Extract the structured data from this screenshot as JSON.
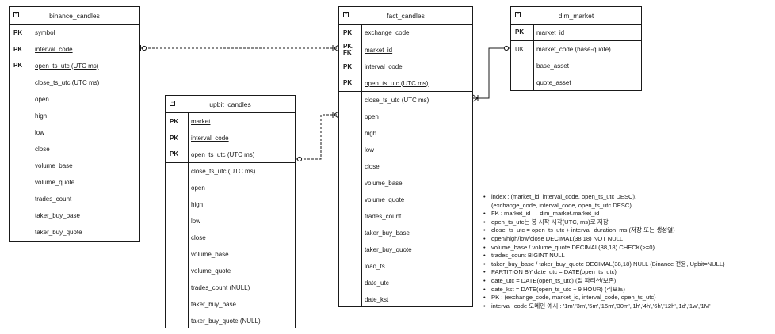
{
  "tables": {
    "binance": {
      "title": "binance_candles",
      "collapse_icon": "−",
      "pk_rows": [
        {
          "key": "PK",
          "name": "symbol"
        },
        {
          "key": "PK",
          "name": "interval_code"
        },
        {
          "key": "PK",
          "name": "open_ts_utc (UTC ms)"
        }
      ],
      "cols": [
        "close_ts_utc (UTC ms)",
        "open",
        "high",
        "low",
        "close",
        "volume_base",
        "volume_quote",
        "trades_count",
        "taker_buy_base",
        "taker_buy_quote"
      ]
    },
    "upbit": {
      "title": "upbit_candles",
      "collapse_icon": "−",
      "pk_rows": [
        {
          "key": "PK",
          "name": "market"
        },
        {
          "key": "PK",
          "name": "interval_code"
        },
        {
          "key": "PK",
          "name": "open_ts_utc (UTC ms)"
        }
      ],
      "cols": [
        "close_ts_utc (UTC ms)",
        "open",
        "high",
        "low",
        "close",
        "volume_base",
        "volume_quote",
        "trades_count (NULL)",
        "taker_buy_base",
        "taker_buy_quote (NULL)"
      ]
    },
    "fact": {
      "title": "fact_candles",
      "collapse_icon": "−",
      "pk_rows": [
        {
          "key": "PK",
          "name": "exchange_code"
        },
        {
          "key": "PK,\nFK",
          "name": "market_id"
        },
        {
          "key": "PK",
          "name": "interval_code"
        },
        {
          "key": "PK",
          "name": "open_ts_utc (UTC ms)"
        }
      ],
      "cols": [
        "close_ts_utc (UTC ms)",
        "open",
        "high",
        "low",
        "close",
        "volume_base",
        "volume_quote",
        "trades_count",
        "taker_buy_base",
        "taker_buy_quote",
        "load_ts",
        "date_utc",
        "date_kst"
      ]
    },
    "dim": {
      "title": "dim_market",
      "collapse_icon": "−",
      "pk_rows": [
        {
          "key": "PK",
          "name": "market_id"
        }
      ],
      "uk_key": "UK",
      "cols": [
        "market_code (base-quote)",
        "base_asset",
        "quote_asset"
      ]
    }
  },
  "notes": [
    {
      "bullet": "•",
      "text": "index : (market_id, interval_code, open_ts_utc DESC),"
    },
    {
      "bullet": "",
      "text": "(exchange_code, interval_code, open_ts_utc DESC)"
    },
    {
      "bullet": "•",
      "text": "FK : market_id → dim_market.market_id"
    },
    {
      "bullet": "•",
      "text": "open_ts_utc는 봉 시작 시각(UTC, ms)로 저장"
    },
    {
      "bullet": "•",
      "text": "close_ts_utc = open_ts_utc + interval_duration_ms  (저장 또는 생성열)"
    },
    {
      "bullet": "•",
      "text": "open/high/low/close DECIMAL(38,18) NOT NULL"
    },
    {
      "bullet": "•",
      "text": "volume_base / volume_quote DECIMAL(38,18) CHECK(>=0)"
    },
    {
      "bullet": "•",
      "text": "trades_count BIGINT NULL"
    },
    {
      "bullet": "•",
      "text": "taker_buy_base / taker_buy_quote DECIMAL(38,18) NULL  (Binance 전용, Upbit=NULL)"
    },
    {
      "bullet": "•",
      "text": "PARTITION BY date_utc = DATE(open_ts_utc)"
    },
    {
      "bullet": "•",
      "text": "date_utc = DATE(open_ts_utc) (일 파티션/보존)"
    },
    {
      "bullet": "•",
      "text": "date_kst = DATE(open_ts_utc + 9 HOUR) (리포트)"
    },
    {
      "bullet": "•",
      "text": "PK : (exchange_code, market_id, interval_code, open_ts_utc)"
    },
    {
      "bullet": "•",
      "text": "interval_code 도메인 예시 : '1m','3m','5m','15m','30m','1h','4h','6h','12h','1d','1w','1M'"
    }
  ]
}
